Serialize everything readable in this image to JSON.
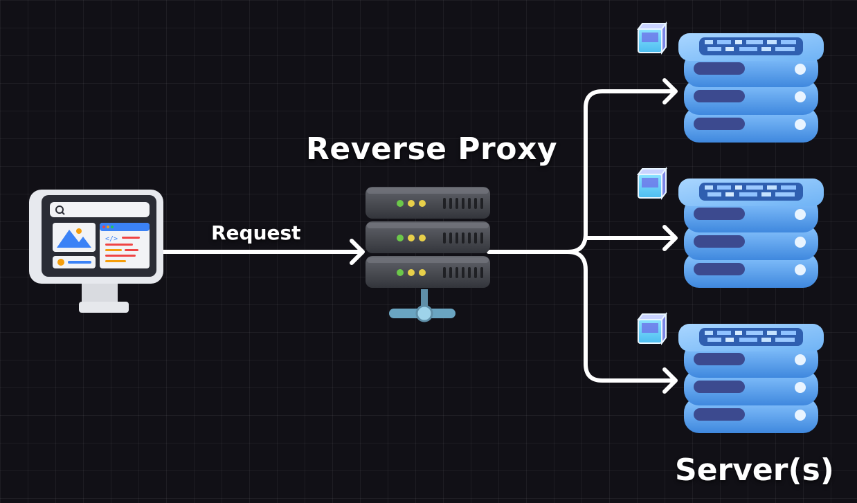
{
  "labels": {
    "proxy_title": "Reverse Proxy",
    "request": "Request",
    "servers_title": "Server(s)"
  },
  "colors": {
    "background": "#111016",
    "connector": "#ffffff",
    "server_blue": "#5aa6ef",
    "proxy_gray": "#4b4d54",
    "led_green": "#6cc84a",
    "led_yellow": "#e8d04a"
  },
  "icons": {
    "client": "client-computer-icon",
    "proxy": "proxy-server-icon",
    "backend": "backend-server-icon"
  }
}
